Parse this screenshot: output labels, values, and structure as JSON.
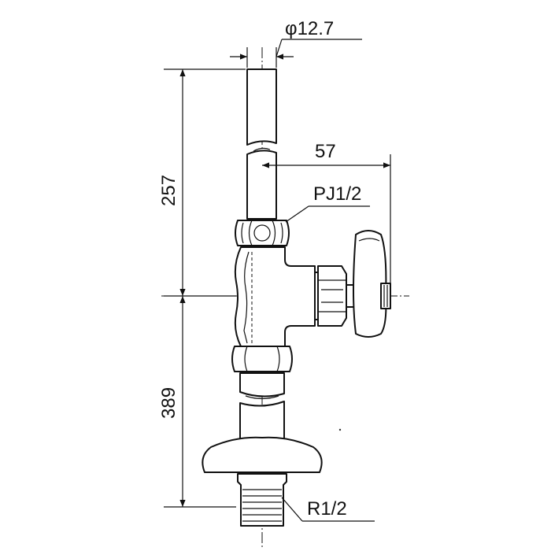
{
  "dimensions": {
    "pipe_diameter": "φ12.7",
    "width_to_handle": "57",
    "upper_height": "257",
    "lower_height": "389"
  },
  "callouts": {
    "nut_thread": "PJ1/2",
    "inlet_thread": "R1/2"
  }
}
